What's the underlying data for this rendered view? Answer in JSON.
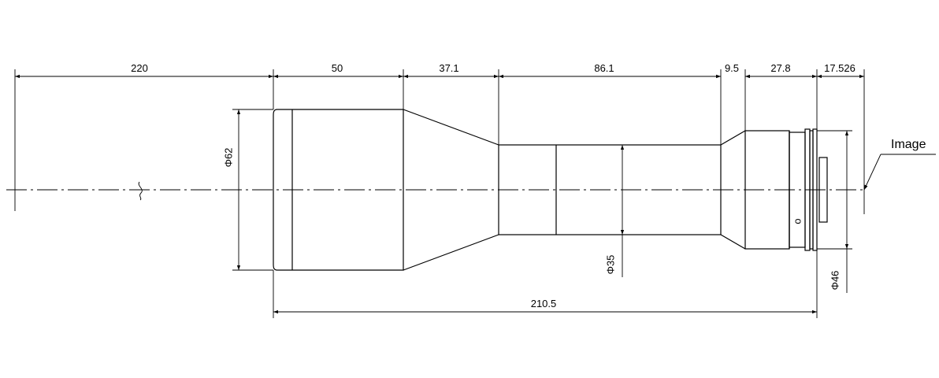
{
  "diagram": {
    "dimensions": {
      "working_distance": "220",
      "front_section": "50",
      "taper_section": "37.1",
      "middle_section": "86.1",
      "step_section": "9.5",
      "rear_section": "27.8",
      "flange_back": "17.526",
      "total_length": "210.5",
      "front_diameter": "Φ62",
      "middle_diameter": "Φ35",
      "rear_diameter": "Φ46"
    },
    "labels": {
      "image_plane": "Image"
    },
    "symbols": {
      "break_mark": "break-symbol",
      "mount_mark": "o"
    }
  }
}
